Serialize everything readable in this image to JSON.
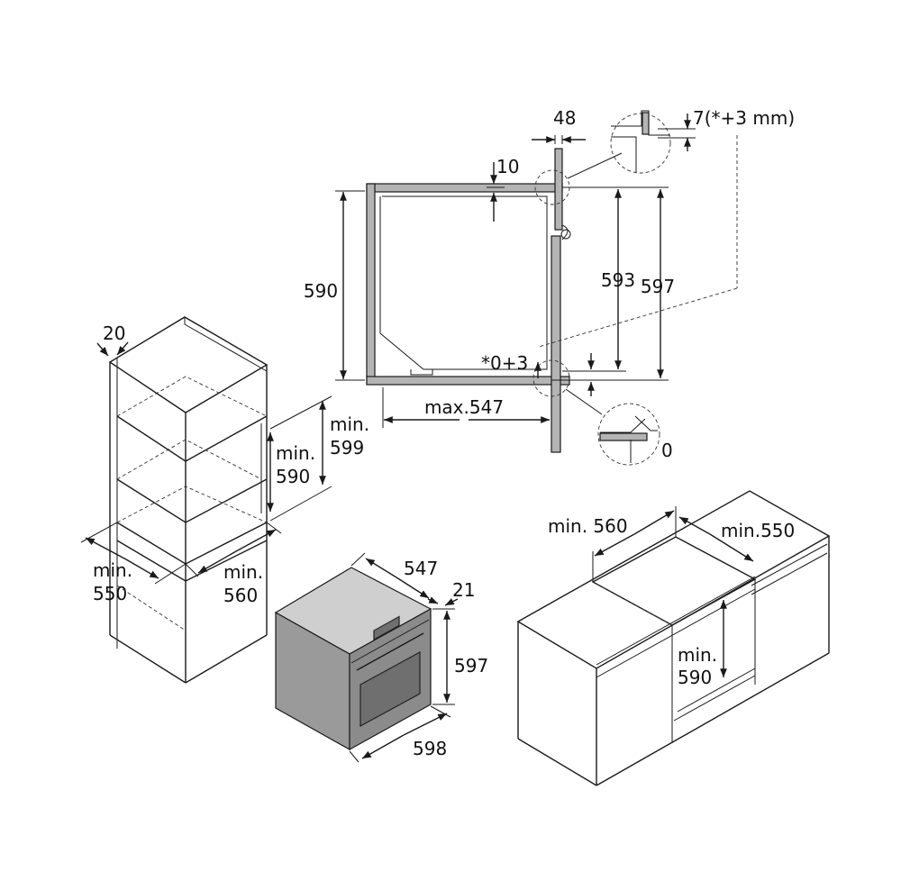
{
  "colors": {
    "line": "#1a1a1a",
    "panel": "#b4b4b4",
    "oven_body": "#9a9a9a",
    "background": "#ffffff"
  },
  "cross_section": {
    "dim_48": "48",
    "dim_7": "7(*+3 mm)",
    "dim_10": "10",
    "dim_590": "590",
    "dim_593": "593",
    "dim_597": "597",
    "dim_0_3": "*0+3",
    "dim_max547": "max.547",
    "dim_0": "0"
  },
  "tall_cabinet": {
    "dim_20": "20",
    "dim_min599_a": "min.",
    "dim_min599_b": "599",
    "dim_min590_a": "min.",
    "dim_min590_b": "590",
    "dim_min550_a": "min.",
    "dim_min550_b": "550",
    "dim_min560_a": "min.",
    "dim_min560_b": "560"
  },
  "oven": {
    "dim_547": "547",
    "dim_21": "21",
    "dim_597": "597",
    "dim_598": "598"
  },
  "base_cabinet": {
    "dim_min560": "min. 560",
    "dim_min550": "min.550",
    "dim_min590_a": "min.",
    "dim_min590_b": "590"
  }
}
